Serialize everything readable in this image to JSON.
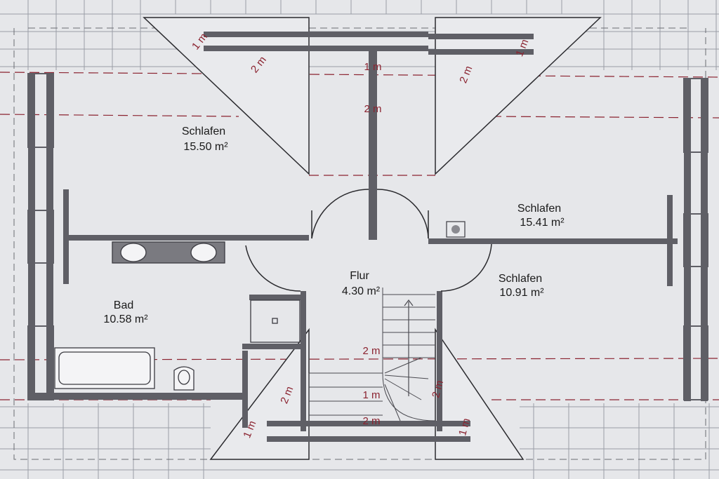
{
  "rooms": [
    {
      "name": "Schlafen",
      "area": "15.50 m²"
    },
    {
      "name": "Schlafen",
      "area": "15.41 m²"
    },
    {
      "name": "Schlafen",
      "area": "10.91 m²"
    },
    {
      "name": "Bad",
      "area": "10.58 m²"
    },
    {
      "name": "Flur",
      "area": "4.30 m²"
    }
  ],
  "height_marks": [
    "1 m",
    "2 m",
    "1 m",
    "2 m",
    "2 m",
    "1 m",
    "2 m",
    "1 m",
    "2 m",
    "2 m",
    "1 m",
    "2 m",
    "1 m"
  ],
  "colors": {
    "wall": "#5f5f66",
    "dimension": "#8b2330",
    "paper": "#e6e7ea",
    "roof_grid": "#9a9ea6"
  }
}
